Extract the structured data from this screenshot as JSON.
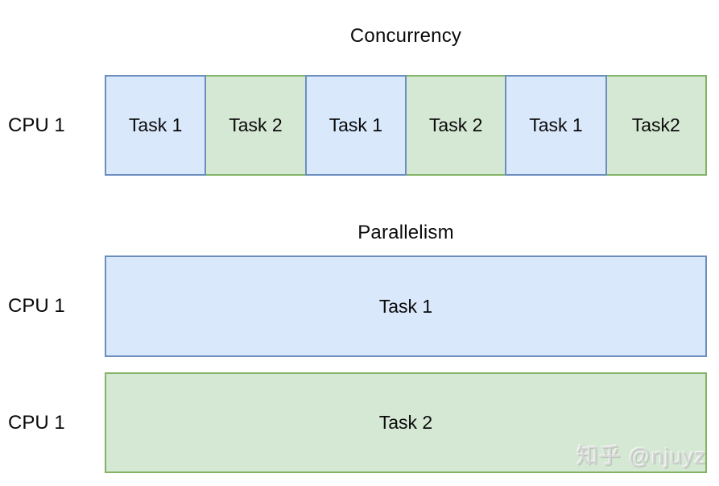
{
  "colors": {
    "page_bg": "#ffffff",
    "blue_fill": "#dae8fc",
    "blue_border": "#6c8ebf",
    "green_fill": "#d5e8d4",
    "green_border": "#82b366",
    "text": "#0a0a0a",
    "watermark": "#d6d6d6"
  },
  "concurrency": {
    "title": "Concurrency",
    "cpu_label": "CPU 1",
    "blocks": [
      {
        "label": "Task 1",
        "color": "blue"
      },
      {
        "label": "Task 2",
        "color": "green"
      },
      {
        "label": "Task 1",
        "color": "blue"
      },
      {
        "label": "Task 2",
        "color": "green"
      },
      {
        "label": "Task 1",
        "color": "blue"
      },
      {
        "label": "Task2",
        "color": "green"
      }
    ]
  },
  "parallelism": {
    "title": "Parallelism",
    "rows": [
      {
        "cpu_label": "CPU 1",
        "task_label": "Task 1",
        "color": "blue"
      },
      {
        "cpu_label": "CPU 1",
        "task_label": "Task 2",
        "color": "green"
      }
    ]
  },
  "watermark": "知乎 @njuyz"
}
